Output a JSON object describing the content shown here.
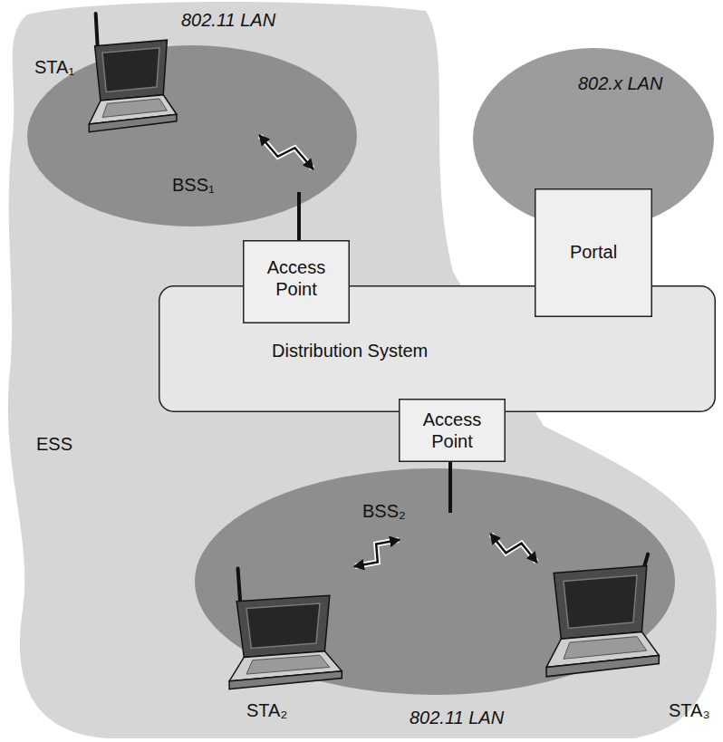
{
  "diagram": {
    "nodes": [
      {
        "text": [
          "ESS"
        ]
      },
      {
        "text": [
          "802.11 LAN",
          "BSS₁"
        ],
        "in": 0
      },
      {
        "text": [
          "STA₁"
        ],
        "in": 1
      },
      {
        "text": [
          "802.x LAN"
        ]
      },
      {
        "text": [
          "Portal"
        ]
      },
      {
        "text": [
          "Access Point"
        ]
      },
      {
        "text": [
          "Distribution System"
        ]
      },
      {
        "text": [
          "Access Point"
        ]
      },
      {
        "text": [
          "BSS₂",
          "802.11 LAN"
        ],
        "in": 0
      },
      {
        "text": [
          "STA₂"
        ],
        "in": 8
      },
      {
        "text": [
          "STA₃"
        ],
        "in": 8
      }
    ]
  }
}
